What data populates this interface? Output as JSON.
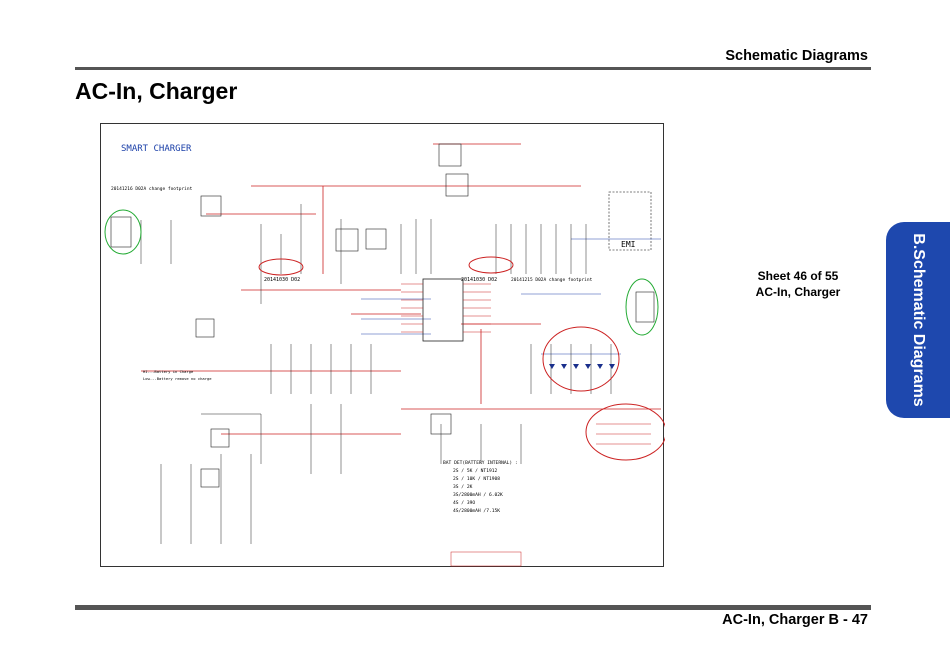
{
  "header": {
    "section": "Schematic  Diagrams"
  },
  "page_title": "AC-In, Charger",
  "side_tab": "B.Schematic Diagrams",
  "sheet_note": {
    "line1": "Sheet 46 of 55",
    "line2": "AC-In, Charger"
  },
  "schematic": {
    "title": "SMART  CHARGER",
    "emi_label": "EMI",
    "footprint_note_left": "20141216 D02A change footprint",
    "footprint_note_right": "20141215 D02A change footprint",
    "rev_note_left": "20141030  D02",
    "rev_note_mid": "20141030  D02",
    "charger_notes": [
      "HI---Battery in Charge",
      "Low---Battery remove no charge"
    ],
    "bat_det_title": "BAT DET(BATTERY INTERNAL) :",
    "bat_det_lines": [
      "2S / 5K / NT1912",
      "2S / 10K / NT1908",
      "3S / 2K",
      "3S/2800mAH / 6.02K",
      "4S / 39O",
      "4S/2800mAH /7.15K"
    ]
  },
  "footer": {
    "text": "AC-In, Charger  B  -  47"
  },
  "colors": {
    "tab": "#1e48ae",
    "wire_red": "#cc2222",
    "wire_blue": "#2244aa",
    "circle_green": "#22aa33"
  }
}
